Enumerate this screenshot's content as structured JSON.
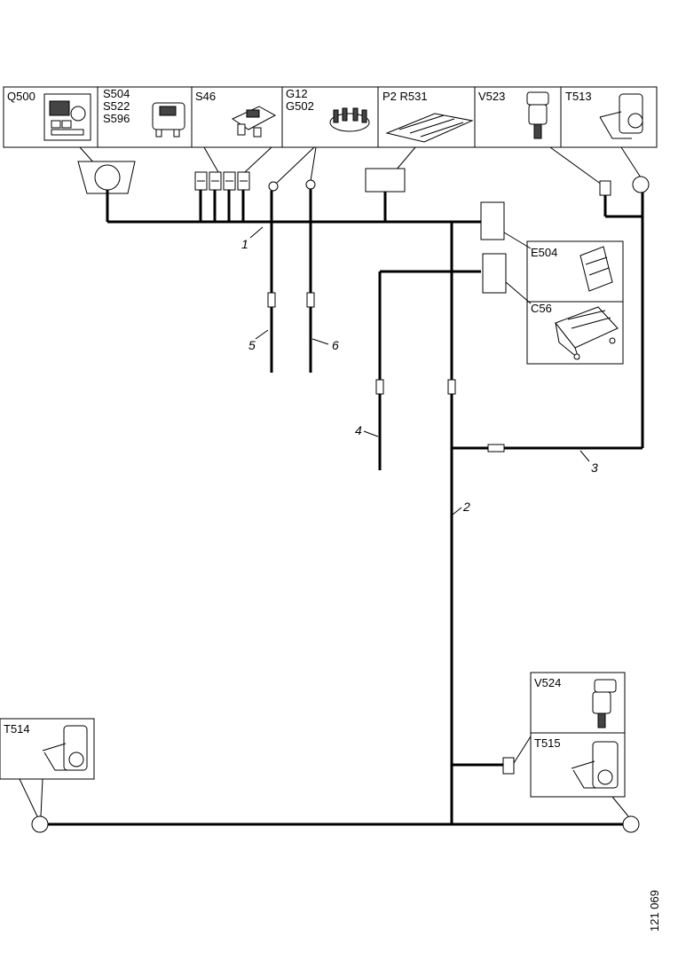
{
  "component_labels": {
    "q500": "Q500",
    "s504_group": [
      "S504",
      "S522",
      "S596"
    ],
    "s46": "S46",
    "g12_group": [
      "G12",
      "G502"
    ],
    "p2_r531": "P2 R531",
    "v523": "V523",
    "t513": "T513",
    "e504": "E504",
    "c56": "C56",
    "t514": "T514",
    "v524": "V524",
    "t515": "T515"
  },
  "wire_numbers": [
    "1",
    "2",
    "3",
    "4",
    "5",
    "6"
  ],
  "drawing_id": "121 069"
}
